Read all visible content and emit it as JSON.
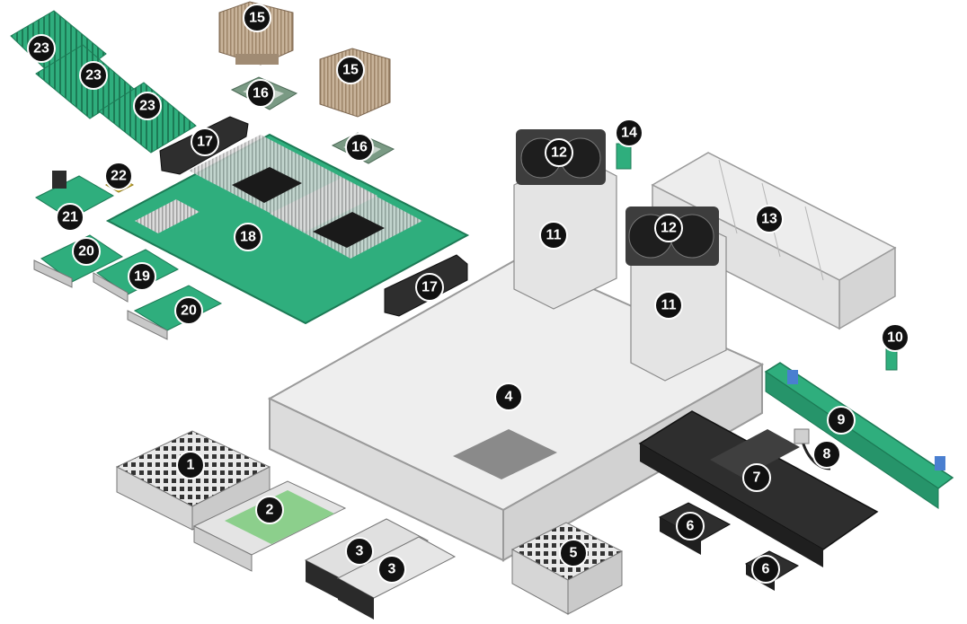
{
  "callouts": [
    "1",
    "2",
    "3",
    "3",
    "4",
    "5",
    "6",
    "6",
    "7",
    "8",
    "9",
    "10",
    "11",
    "11",
    "12",
    "12",
    "13",
    "14",
    "15",
    "15",
    "16",
    "16",
    "17",
    "17",
    "18",
    "19",
    "20",
    "20",
    "21",
    "22",
    "23",
    "23",
    "23"
  ],
  "colors": {
    "pcb_green": "#2fae7d",
    "chassis_gray": "#e8e8e8",
    "chassis_edge": "#9a9a9a",
    "heatsink_bronze": "#c8b39a",
    "fan_dark": "#3d3d3d",
    "air_duct": "#2e2e2e",
    "callout_fill": "#111111"
  }
}
